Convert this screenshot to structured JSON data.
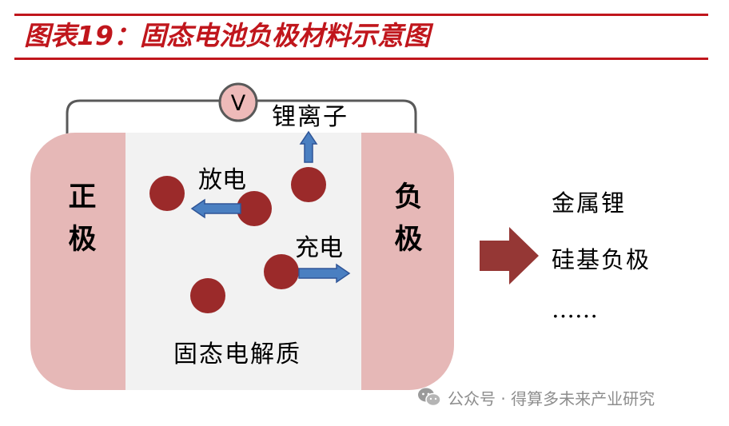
{
  "header": {
    "title": "图表19：固态电池负极材料示意图",
    "accent_color": "#c0161c"
  },
  "diagram": {
    "voltmeter_label": "V",
    "positive_electrode": "正极",
    "negative_electrode": "负极",
    "electrolyte_label": "固态电解质",
    "lithium_ion_label": "锂离子",
    "discharge_label": "放电",
    "charge_label": "充电",
    "colors": {
      "electrode_fill": "#e6b8b7",
      "electrolyte_fill": "#f2f2f2",
      "ion_fill": "#9b2a2a",
      "arrow_blue": "#3f6eb0",
      "big_arrow": "#953735"
    }
  },
  "material_list": {
    "items": [
      "金属锂",
      "硅基负极",
      "……"
    ]
  },
  "watermark": {
    "icon": "wechat-icon",
    "text": "公众号 · 得算多未来产业研究"
  }
}
